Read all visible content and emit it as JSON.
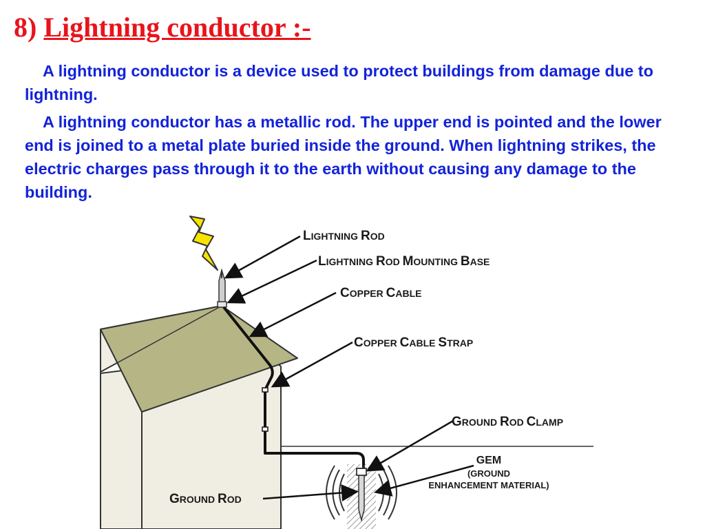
{
  "slide": {
    "number": "8)",
    "title": "Lightning conductor :-",
    "paragraphs": [
      "A lightning conductor is a device used to protect buildings from damage due to lightning.",
      "A lightning conductor has a metallic rod. The upper end is pointed and the lower end is joined to a metal plate buried inside the ground. When lightning strikes, the electric charges pass through it to the earth without causing any damage to the building."
    ]
  },
  "diagram": {
    "labels": {
      "lightning_rod": [
        "L",
        "IGHTNING ",
        "R",
        "OD"
      ],
      "mounting_base": [
        "L",
        "IGHTNING ",
        "R",
        "OD ",
        "M",
        "OUNTING ",
        "B",
        "ASE"
      ],
      "copper_cable": [
        "C",
        "OPPER ",
        "C",
        "ABLE"
      ],
      "cable_strap": [
        "C",
        "OPPER ",
        "C",
        "ABLE ",
        "S",
        "TRAP"
      ],
      "ground_rod_clamp": [
        "G",
        "ROUND ",
        "R",
        "OD ",
        "C",
        "LAMP"
      ],
      "gem_line1": "GEM",
      "gem_line2": "(GROUND",
      "gem_line3": "ENHANCEMENT MATERIAL)",
      "ground_rod": [
        "G",
        "ROUND ",
        "R",
        "OD"
      ]
    },
    "colors": {
      "roof": "#b5b586",
      "wall": "#f0eee2",
      "bolt": "#f7e300",
      "title_red": "#e8141b",
      "text_blue": "#1323d9"
    }
  }
}
